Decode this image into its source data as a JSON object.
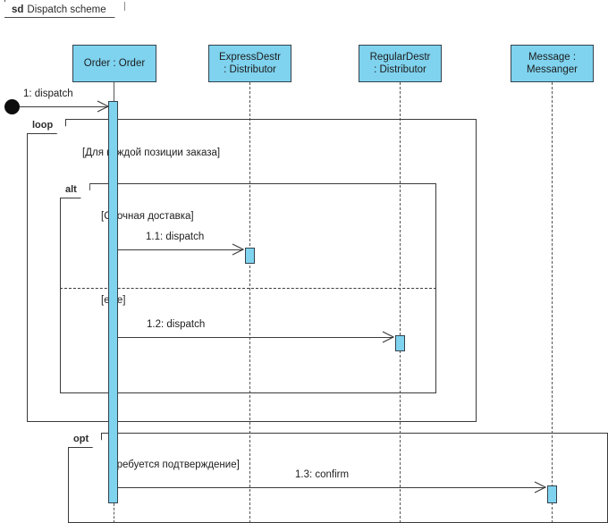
{
  "diagram": {
    "kind_keyword": "sd",
    "title": "Dispatch scheme"
  },
  "lifelines": [
    {
      "id": "order",
      "name": "order-lifeline",
      "line1": "Order : Order",
      "line2": ""
    },
    {
      "id": "express",
      "name": "expressdestr-lifeline",
      "line1": "ExpressDestr",
      "line2": ": Distributor"
    },
    {
      "id": "regular",
      "name": "regulardestr-lifeline",
      "line1": "RegularDestr",
      "line2": ": Distributor"
    },
    {
      "id": "message",
      "name": "message-lifeline",
      "line1": "Message :",
      "line2": "Messanger"
    }
  ],
  "fragments": {
    "loop": {
      "operator": "loop",
      "guard": "[Для каждой позиции заказа]"
    },
    "alt": {
      "operator": "alt",
      "guard_1": "[Срочная доставка]",
      "guard_2": "[else]"
    },
    "opt": {
      "operator": "opt",
      "guard": "[Требуется подтверждение]"
    }
  },
  "messages": [
    {
      "name": "message-1",
      "label": "1: dispatch",
      "from": "start",
      "to": "order"
    },
    {
      "name": "message-1-1",
      "label": "1.1: dispatch",
      "from": "order",
      "to": "express"
    },
    {
      "name": "message-1-2",
      "label": "1.2: dispatch",
      "from": "order",
      "to": "regular"
    },
    {
      "name": "message-1-3",
      "label": "1.3: confirm",
      "from": "order",
      "to": "message"
    }
  ],
  "colors": {
    "lifeline_fill": "#7fd3ef",
    "lifeline_border": "#33424d",
    "line": "#3a3a3a",
    "start_node": "#0d0d0d",
    "background": "#ffffff"
  }
}
